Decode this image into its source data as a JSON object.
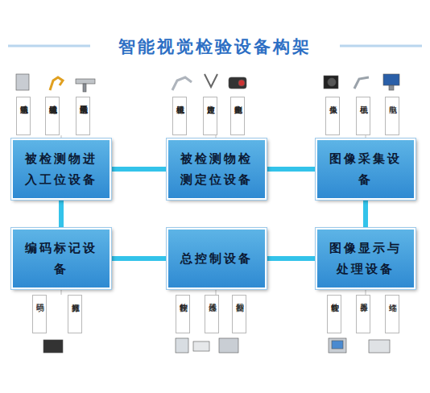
{
  "diagram": {
    "title": "智能视觉检验设备构架",
    "nodes": [
      {
        "text": [
          "被检测物进入工位设备"
        ]
      },
      {
        "text": [
          "被检测物检测定位设备"
        ]
      },
      {
        "text": [
          "图像采集设备"
        ]
      },
      {
        "text": [
          "编码标记设备"
        ]
      },
      {
        "text": [
          "总控制设备"
        ]
      },
      {
        "text": [
          "图像显示与处理设备"
        ]
      }
    ],
    "edges": [
      {
        "from": 0,
        "to": 1,
        "arrow": "none"
      },
      {
        "from": 1,
        "to": 2,
        "arrow": "none"
      },
      {
        "from": 0,
        "to": 3,
        "arrow": "none"
      },
      {
        "from": 2,
        "to": 5,
        "arrow": "none"
      },
      {
        "from": 3,
        "to": 4,
        "arrow": "none"
      },
      {
        "from": 4,
        "to": 5,
        "arrow": "none"
      }
    ],
    "labels": [
      "轨道运动系统",
      "机械臂式运动系统",
      "运动平台式平移系统",
      "机械臂系统",
      "超声波定位",
      "光电检测定位",
      "摄像头",
      "机械手",
      "电脑",
      "喷码",
      "激光打标",
      "控制软件",
      "传感器",
      "控制器",
      "智能软件",
      "服务器",
      "终端"
    ]
  }
}
